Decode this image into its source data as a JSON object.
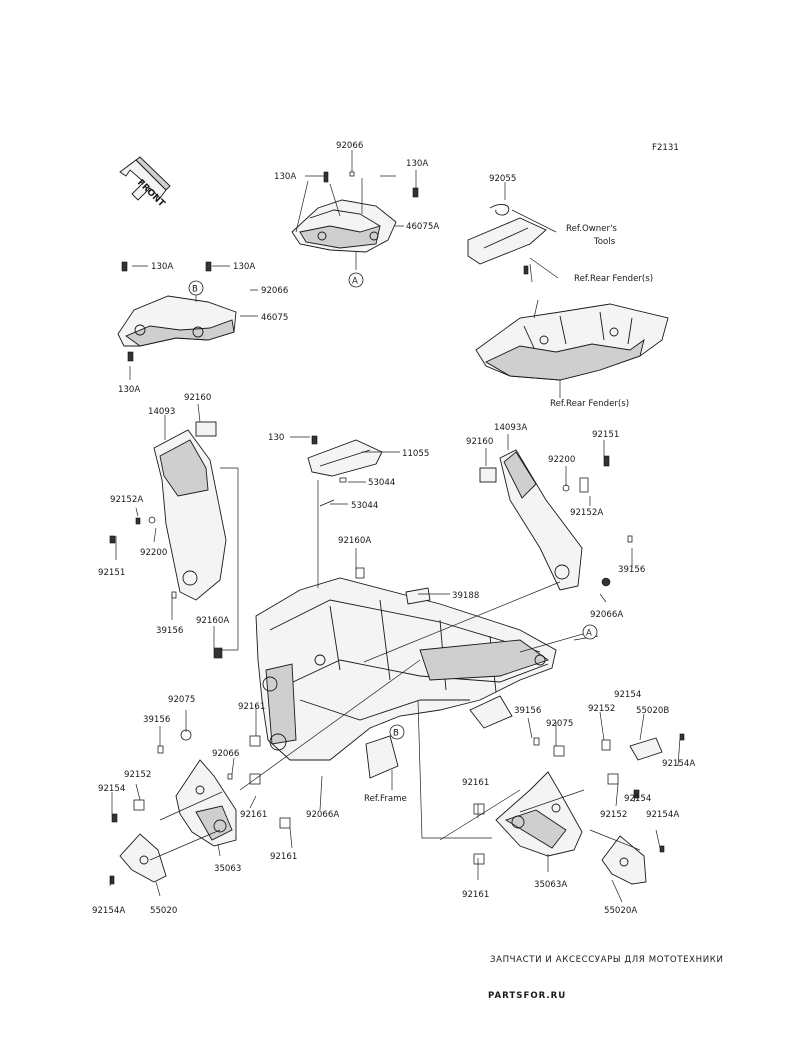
{
  "diagram_code": "F2131",
  "front_arrow": "FRONT",
  "watermark": {
    "tagline": "ЗАПЧАСТИ И АКСЕССУАРЫ ДЛЯ МОТОТЕХНИКИ",
    "brand": "PARTSFOR.RU"
  },
  "callouts": {
    "a": "A",
    "b": "B"
  },
  "labels": {
    "p92066_top": "92066",
    "p130a_top_left": "130A",
    "p130a_top_right": "130A",
    "p46075a": "46075A",
    "p92055": "92055",
    "ref_owners_tools_1": "Ref.Owner's",
    "ref_owners_tools_2": "Tools",
    "ref_rear_fender_1": "Ref.Rear Fender(s)",
    "ref_rear_fender_2": "Ref.Rear Fender(s)",
    "p130a_l1": "130A",
    "p130a_l2": "130A",
    "p92066_left": "92066",
    "p46075": "46075",
    "p130a_l3": "130A",
    "p92160_left": "92160",
    "p14093": "14093",
    "p130": "130",
    "p11055": "11055",
    "p53044_1": "53044",
    "p53044_2": "53044",
    "p14093a": "14093A",
    "p92160_right": "92160",
    "p92151_right": "92151",
    "p92200_right": "92200",
    "p92152a_right": "92152A",
    "p92152a_left": "92152A",
    "p92200_left": "92200",
    "p92151_left": "92151",
    "p92160a_center": "92160A",
    "p39156_right": "39156",
    "p39188": "39188",
    "p92066a_right": "92066A",
    "p39156_left": "39156",
    "p92160a_left": "92160A",
    "p92075_left": "92075",
    "p39156_lower_left": "39156",
    "p92161_a": "92161",
    "p92066_lower": "92066",
    "p92152_left": "92152",
    "p92154_left": "92154",
    "p92161_b": "92161",
    "p92161_c": "92161",
    "p35063": "35063",
    "p92154a_left": "92154A",
    "p55020": "55020",
    "p92066a_center": "92066A",
    "ref_frame": "Ref.Frame",
    "p39156_mid": "39156",
    "p92075_right": "92075",
    "p92152_r1": "92152",
    "p92154_r1": "92154",
    "p55020b": "55020B",
    "p92154a_r1": "92154A",
    "p92161_r1": "92161",
    "p92154_r2": "92154",
    "p92152_r2": "92152",
    "p92154a_r2": "92154A",
    "p92161_r2": "92161",
    "p35063a": "35063A",
    "p55020a": "55020A"
  }
}
